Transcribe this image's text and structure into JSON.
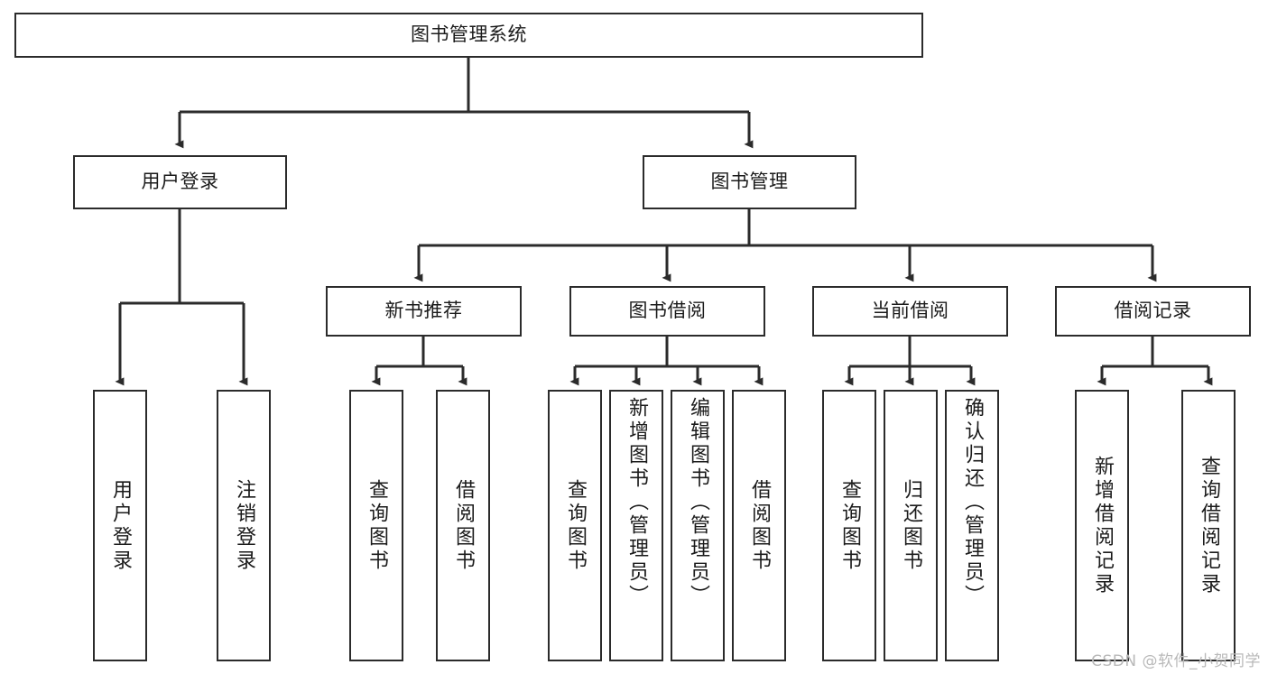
{
  "diagram": {
    "title": "图书管理系统",
    "watermark": "CSDN @软件_小贺同学",
    "colors": {
      "stroke": "#2b2b2b",
      "fill": "#ffffff",
      "text": "#1b1b1b",
      "watermark": "#b9b9b9"
    },
    "nodes": {
      "root": {
        "label": "图书管理系统"
      },
      "level1": [
        {
          "id": "user-login",
          "label": "用户登录"
        },
        {
          "id": "book-manage",
          "label": "图书管理"
        }
      ],
      "level2": [
        {
          "id": "new-book-rec",
          "label": "新书推荐"
        },
        {
          "id": "book-borrow",
          "label": "图书借阅"
        },
        {
          "id": "current-borrow",
          "label": "当前借阅"
        },
        {
          "id": "borrow-record",
          "label": "借阅记录"
        }
      ],
      "leaves": {
        "user-login": [
          {
            "id": "leaf-user-login",
            "label": "用户登录"
          },
          {
            "id": "leaf-logout",
            "label": "注销登录"
          }
        ],
        "new-book-rec": [
          {
            "id": "leaf-query-book-1",
            "label": "查询图书"
          },
          {
            "id": "leaf-borrow-book-1",
            "label": "借阅图书"
          }
        ],
        "book-borrow": [
          {
            "id": "leaf-query-book-2",
            "label": "查询图书"
          },
          {
            "id": "leaf-add-book",
            "label": "新增图书（管理员）"
          },
          {
            "id": "leaf-edit-book",
            "label": "编辑图书（管理员）"
          },
          {
            "id": "leaf-borrow-book-2",
            "label": "借阅图书"
          }
        ],
        "current-borrow": [
          {
            "id": "leaf-query-book-3",
            "label": "查询图书"
          },
          {
            "id": "leaf-return-book",
            "label": "归还图书"
          },
          {
            "id": "leaf-confirm-return",
            "label": "确认归还（管理员）"
          }
        ],
        "borrow-record": [
          {
            "id": "leaf-add-record",
            "label": "新增借阅记录"
          },
          {
            "id": "leaf-query-record",
            "label": "查询借阅记录"
          }
        ]
      }
    }
  }
}
